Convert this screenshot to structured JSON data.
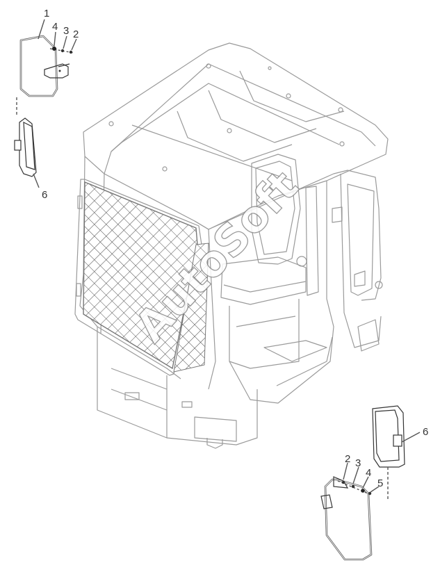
{
  "callouts": {
    "top_left": [
      "1",
      "4",
      "3",
      "2",
      "6"
    ],
    "bottom_right": [
      "6",
      "2",
      "3",
      "4",
      "5"
    ]
  },
  "watermark": "AutoSoft"
}
